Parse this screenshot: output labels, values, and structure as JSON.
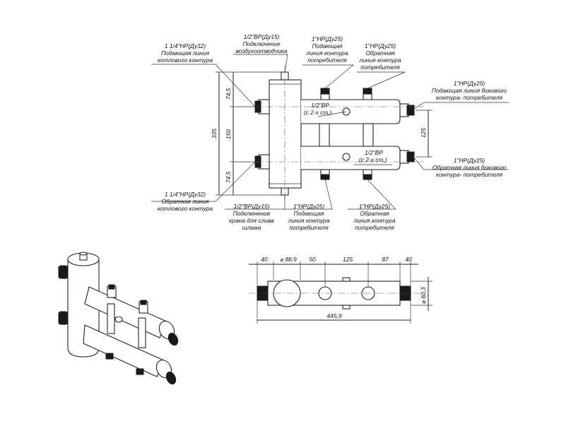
{
  "callouts": {
    "supply_boiler": [
      "1 1/4\"НР(Ду32)",
      "Подающая линия",
      "котлового контура"
    ],
    "air_vent": [
      "1/2\"ВР(Ду15)",
      "Подключение",
      "воздухоотводчика"
    ],
    "supply_consumer": [
      "1\"НР(Ду25)",
      "Подающая",
      "линия контура",
      "потребителя"
    ],
    "return_consumer_top": [
      "1\"НР(Ду25)",
      "Обратная",
      "линия контура",
      "потребителя"
    ],
    "supply_side": [
      "1\"НР(Ду25)",
      "Подающая линия бокового",
      "контура- потребителя"
    ],
    "vr_top": [
      "1/2\"ВР",
      "(с 2-х ст.)"
    ],
    "vr_bottom": [
      "1/2\"ВР",
      "(с 2-х ст.)"
    ],
    "return_side": [
      "1\"НР(Ду25)",
      "Обратная линия бокового",
      "контура- потребителя"
    ],
    "return_boiler": [
      "1 1/4\"НР(Ду32)",
      "Обратная линия",
      "котлового контура"
    ],
    "drain": [
      "1/2\"ВР(Ду15)",
      "Подключение",
      "крана для слива",
      "шлама"
    ],
    "supply_consumer_bottom": [
      "1\"НР(Ду25)",
      "Подающая",
      "линия контура",
      "потребителя"
    ],
    "return_consumer_bottom": [
      "1\"НР(Ду25)",
      "Обратная",
      "линия контура",
      "потребителя"
    ]
  },
  "dimensions": {
    "overall_height": "335",
    "top_offset": "74,5",
    "middle": "150",
    "bottom_offset": "74,5",
    "side_spacing": "125",
    "plan_40_left": "40",
    "plan_diameter": "⌀ 88,9",
    "plan_50": "50",
    "plan_125": "125",
    "plan_87": "87",
    "plan_40_right": "40",
    "plan_total": "445,9",
    "plan_pipe_diameter": "⌀ 60,3"
  }
}
